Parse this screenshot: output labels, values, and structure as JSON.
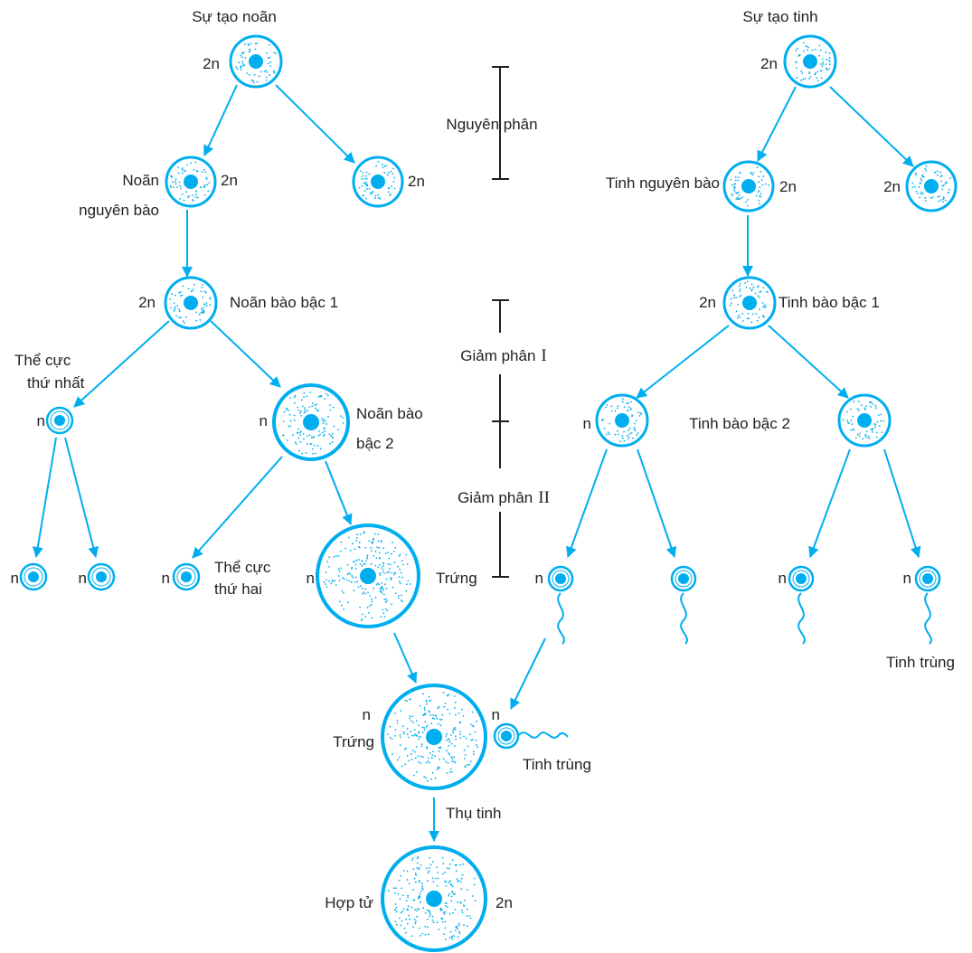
{
  "colors": {
    "cell": "#00aeef",
    "text": "#231f20",
    "background": "#ffffff"
  },
  "oogenesis": {
    "title": "Sự tạo noãn",
    "primordial_ploidy": "2n",
    "oogonium_label_1": "Noãn",
    "oogonium_label_2": "nguyên bào",
    "oogonium_ploidy": "2n",
    "sister_ploidy": "2n",
    "primary_ploidy": "2n",
    "primary_label": "Noãn bào bậc 1",
    "polar1_label_1": "Thể cực",
    "polar1_label_2": "thứ nhất",
    "polar1_ploidy": "n",
    "secondary_ploidy": "n",
    "secondary_label_1": "Noãn bào",
    "secondary_label_2": "bậc 2",
    "polar_a_ploidy": "n",
    "polar_b_ploidy": "n",
    "polar2_ploidy": "n",
    "polar2_label_1": "Thể cực",
    "polar2_label_2": "thứ hai",
    "egg_ploidy": "n",
    "egg_label": "Trứng"
  },
  "spermatogenesis": {
    "title": "Sự tạo tinh",
    "primordial_ploidy": "2n",
    "spermatogonium_label": "Tinh nguyên bào",
    "spermatogonium_ploidy": "2n",
    "sister_ploidy": "2n",
    "primary_ploidy": "2n",
    "primary_label": "Tinh bào bậc 1",
    "secondary_left_ploidy": "n",
    "secondary_label": "Tinh bào bậc 2",
    "sperm_1_ploidy": "n",
    "sperm_3_ploidy": "n",
    "sperm_4_ploidy": "n",
    "sperm_label": "Tinh trùng"
  },
  "stages": {
    "mitosis": "Nguyên phân",
    "meiosis1_text": "Giảm phân",
    "meiosis1_roman": "I",
    "meiosis2_text": "Giảm phân",
    "meiosis2_roman": "II"
  },
  "fertilization": {
    "egg_ploidy": "n",
    "egg_label": "Trứng",
    "sperm_ploidy": "n",
    "sperm_label": "Tinh trùng",
    "process_label": "Thụ tinh",
    "zygote_label": "Hợp tử",
    "zygote_ploidy": "2n"
  }
}
